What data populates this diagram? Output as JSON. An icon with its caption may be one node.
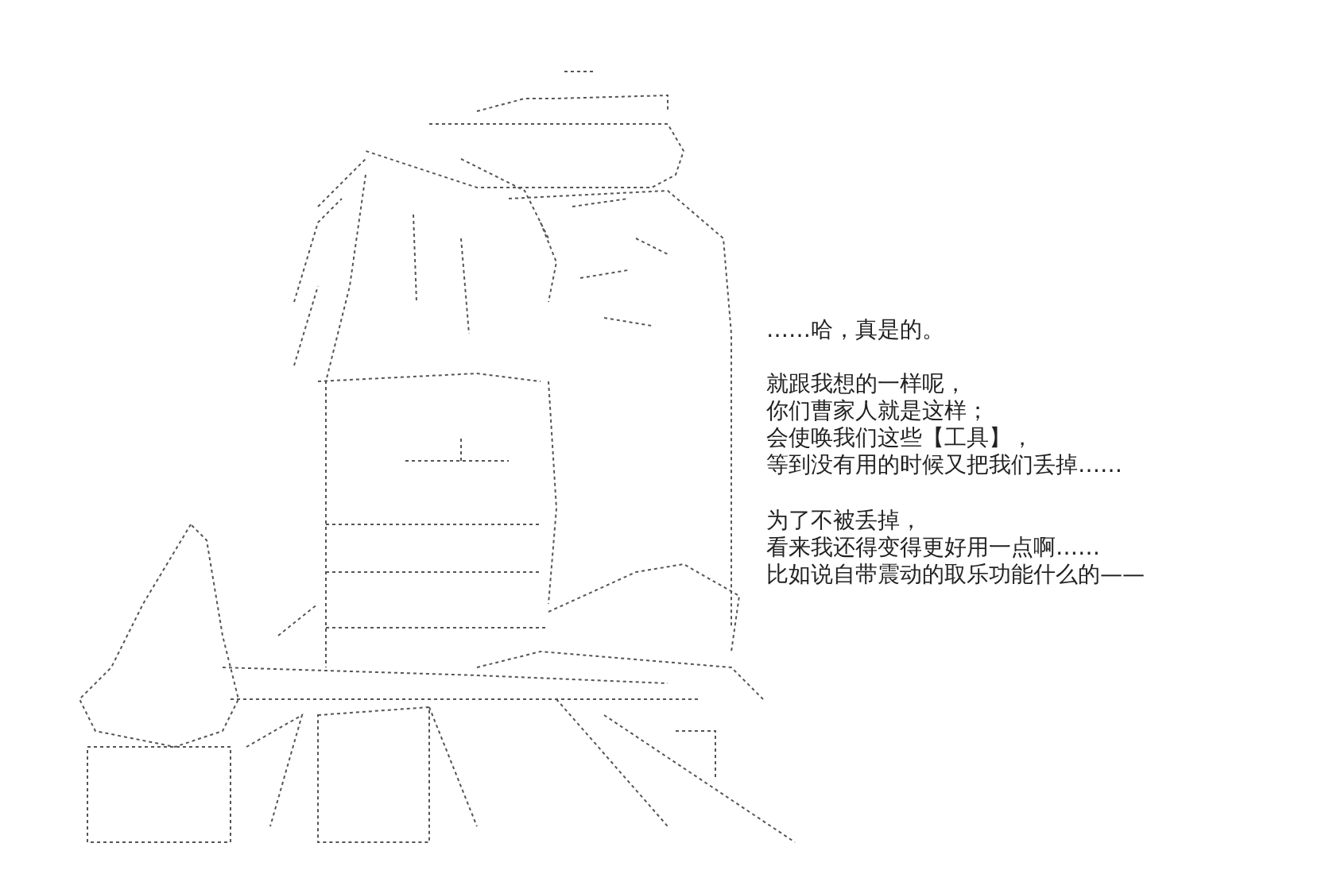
{
  "diagram": {
    "labels": [
      "……哈，真是的。",
      "就跟我想的一样呢，",
      "你们曹家人就是这样；",
      "会使唤我们这些【工具】，",
      "等到没有用的时候又把我们丢掉……",
      "为了不被丢掉，",
      "看来我还得变得更好用一点啊……",
      "比如说自带震动的取乐功能什么的——"
    ]
  }
}
